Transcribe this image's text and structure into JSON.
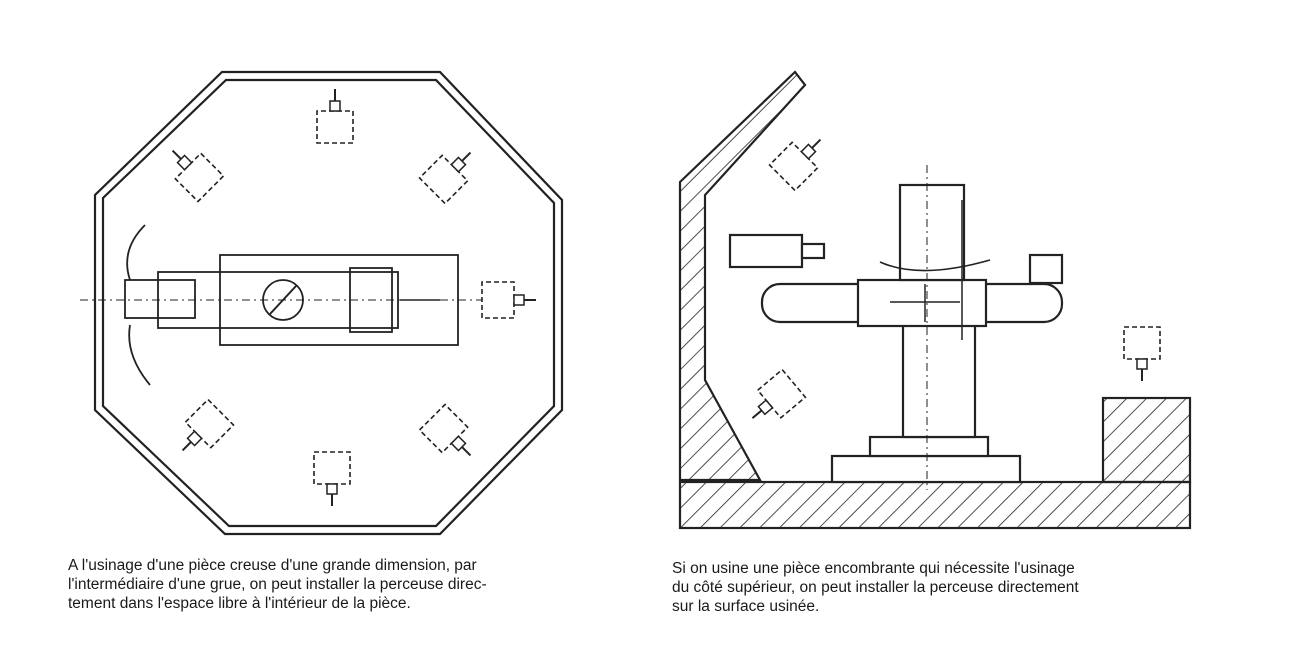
{
  "figures": [
    {
      "name": "octagonal-workpiece-plan",
      "caption_lines": [
        "A l'usinage d'une pièce creuse d'une grande dimension, par",
        "l'intermédiaire d'une grue, on peut installer la perceuse direc-",
        "tement dans l'espace libre à l'intérieur de la pièce."
      ]
    },
    {
      "name": "bulky-workpiece-elevation",
      "caption_lines": [
        "Si on usine une pièce encombrante qui nécessite l'usinage",
        "du côté supérieur, on peut installer la perceuse directement",
        "sur la surface usinée."
      ]
    }
  ]
}
